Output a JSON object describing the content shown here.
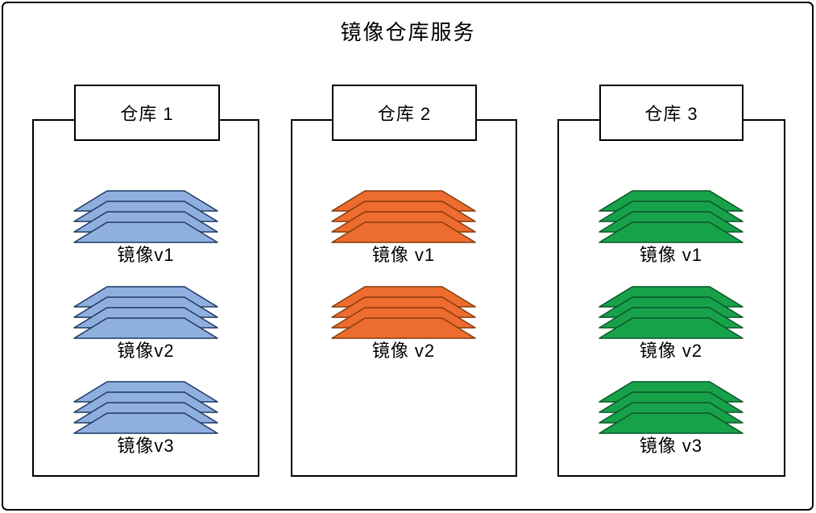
{
  "title": "镜像仓库服务",
  "colors": {
    "blue_fill": "#8FAFDE",
    "blue_stroke": "#1F3864",
    "orange_fill": "#ED6C2F",
    "orange_stroke": "#843C0C",
    "green_fill": "#17A24A",
    "green_stroke": "#0A5527",
    "outline": "#000000"
  },
  "repositories": [
    {
      "name": "仓库 1",
      "color": "blue",
      "images": [
        "镜像v1",
        "镜像v2",
        "镜像v3"
      ]
    },
    {
      "name": "仓库 2",
      "color": "orange",
      "images": [
        "镜像 v1",
        "镜像 v2"
      ]
    },
    {
      "name": "仓库 3",
      "color": "green",
      "images": [
        "镜像 v1",
        "镜像 v2",
        "镜像 v3"
      ]
    }
  ]
}
